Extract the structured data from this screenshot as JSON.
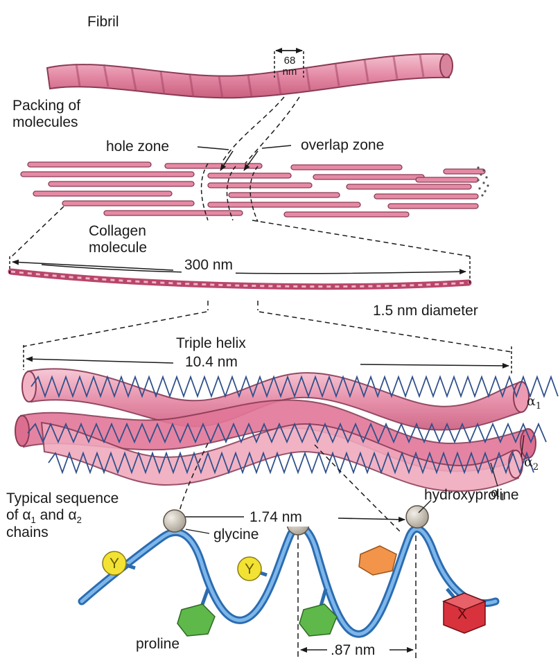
{
  "labels": {
    "fibril": "Fibril",
    "period": "68",
    "period_unit": "nm",
    "packing_line1": "Packing of",
    "packing_line2": "molecules",
    "hole_zone": "hole zone",
    "overlap_zone": "overlap zone",
    "collagen_line1": "Collagen",
    "collagen_line2": "molecule",
    "length_300": "300 nm",
    "diameter": "1.5 nm diameter",
    "triple_helix": "Triple helix",
    "length_104": "10.4 nm",
    "alpha": "α",
    "sub1": "1",
    "sub2": "2",
    "typical_line1": "Typical sequence",
    "typical_line2_pre": "of α",
    "typical_line2_mid": " and α",
    "typical_line3": "chains",
    "length_174": "1.74 nm",
    "hydroxyproline": "hydroxyproline",
    "glycine": "glycine",
    "proline": "proline",
    "length_087": ".87 nm",
    "residue_y": "Y",
    "residue_x": "X"
  },
  "colors": {
    "strand_pink": "#e7859f",
    "strand_light": "#f2b3c5",
    "strand_dark": "#b8466a",
    "backbone_blue": "#4a8fd4",
    "glycine_grey": "#cfc6b8",
    "proline_green": "#5fb84a",
    "y_yellow": "#f2e233",
    "hydroxyproline_orange": "#f2944a",
    "x_red": "#d8323c"
  }
}
